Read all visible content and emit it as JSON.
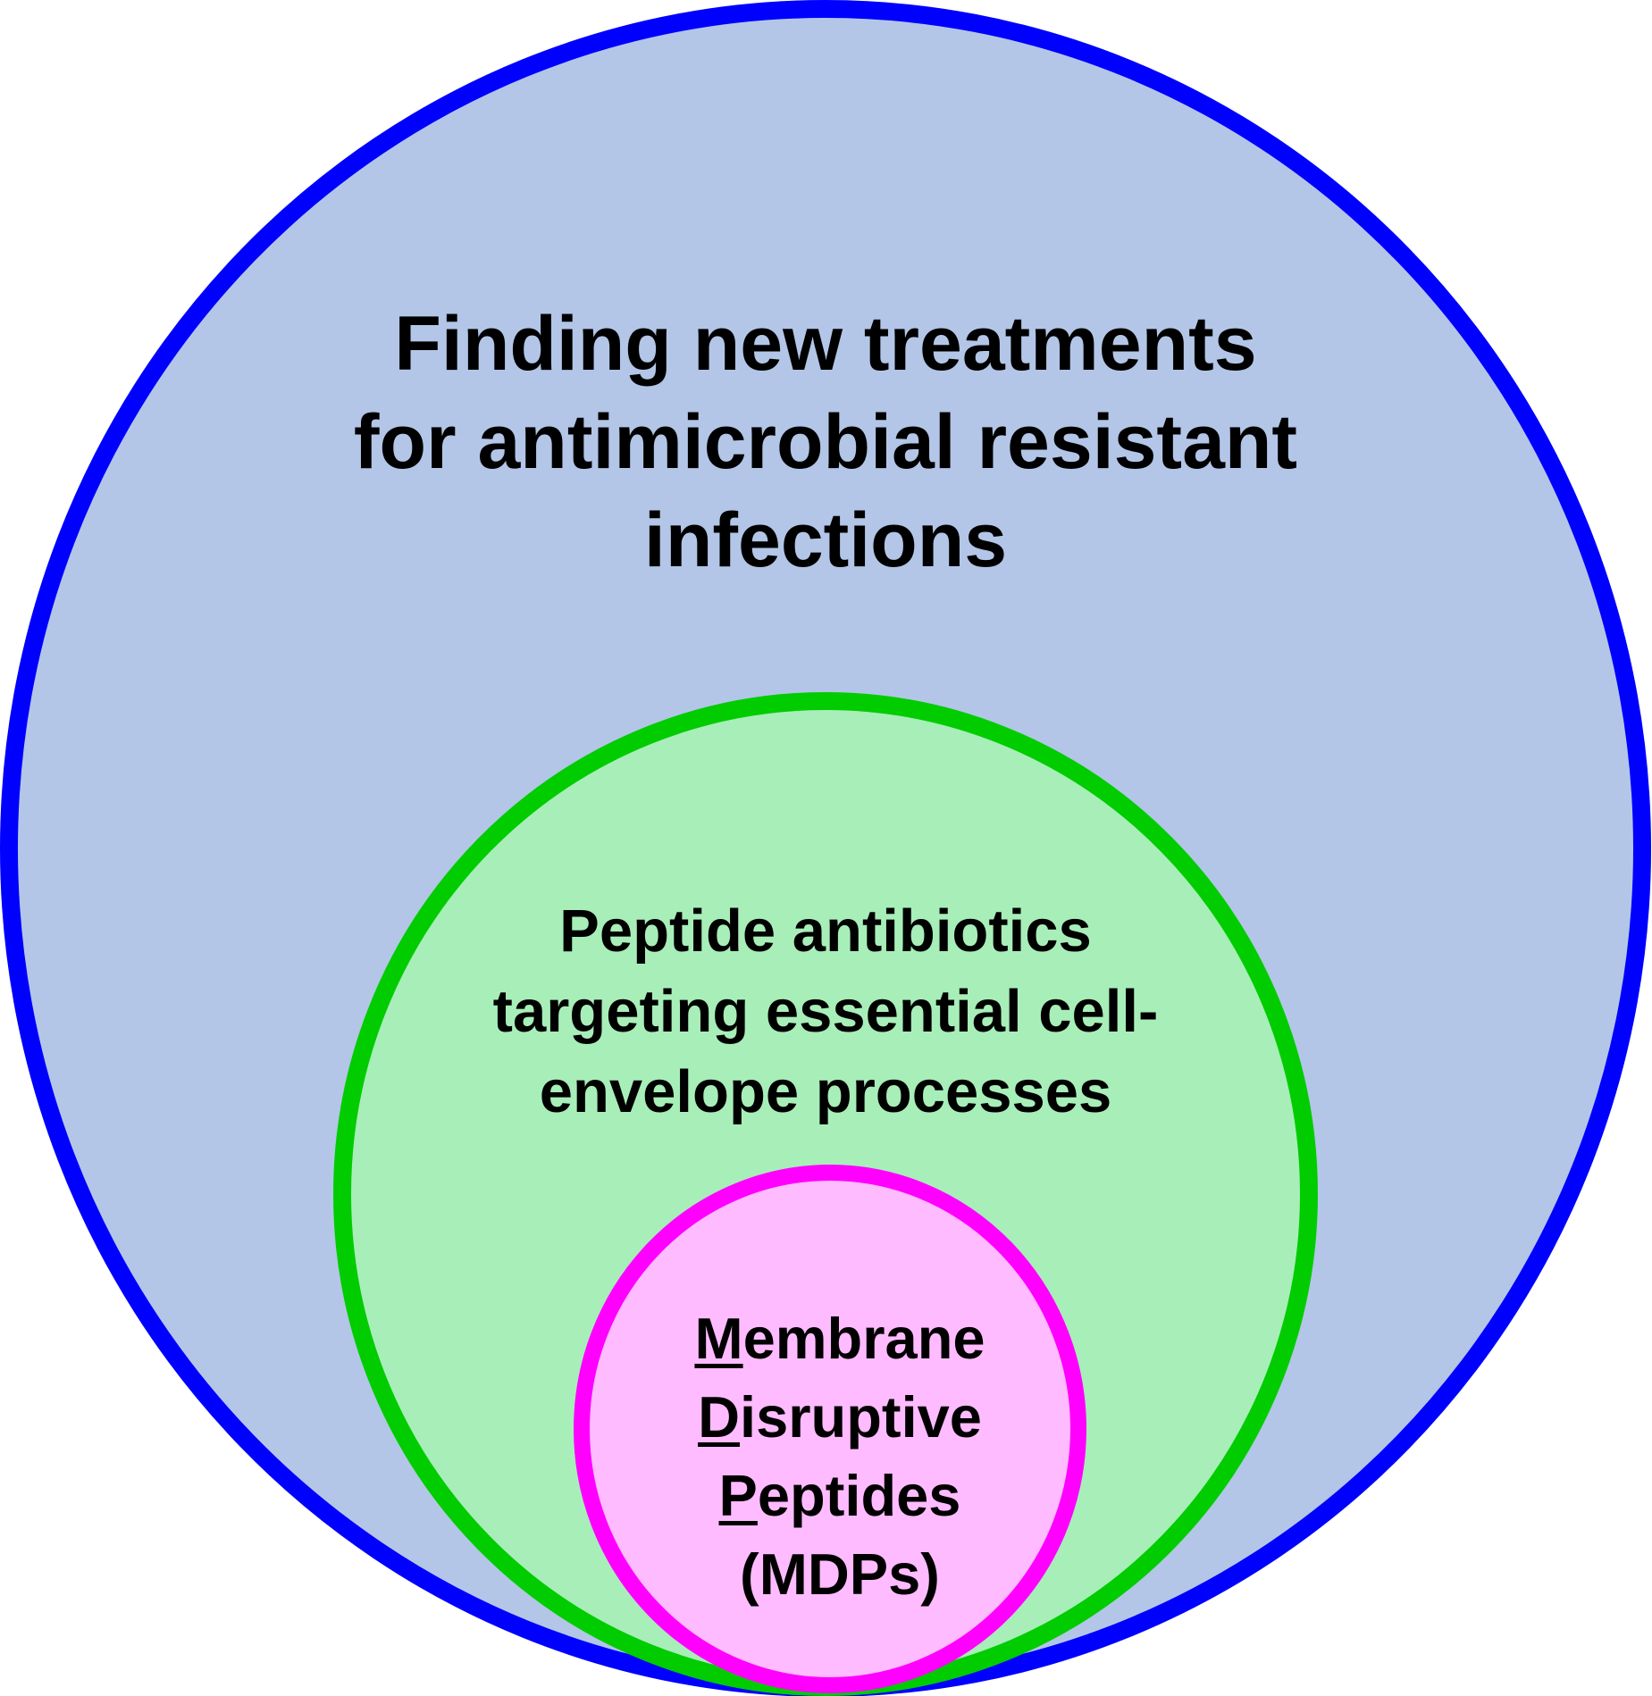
{
  "colors": {
    "outer_fill": "#b3c6e7",
    "outer_stroke": "#0000ff",
    "middle_fill": "#a8eeb9",
    "middle_stroke": "#00cc00",
    "inner_fill": "#ffbbff",
    "inner_stroke": "#ff00ff",
    "text": "#000000"
  },
  "outer": {
    "lines": [
      "Finding new treatments",
      "for antimicrobial resistant",
      "infections"
    ]
  },
  "middle": {
    "lines": [
      "Peptide antibiotics",
      "targeting essential cell-",
      "envelope processes"
    ]
  },
  "inner": {
    "lines": [
      {
        "initial": "M",
        "rest": "embrane"
      },
      {
        "initial": "D",
        "rest": "isruptive"
      },
      {
        "initial": "P",
        "rest": "eptides"
      }
    ],
    "abbreviation": "(MDPs)"
  }
}
